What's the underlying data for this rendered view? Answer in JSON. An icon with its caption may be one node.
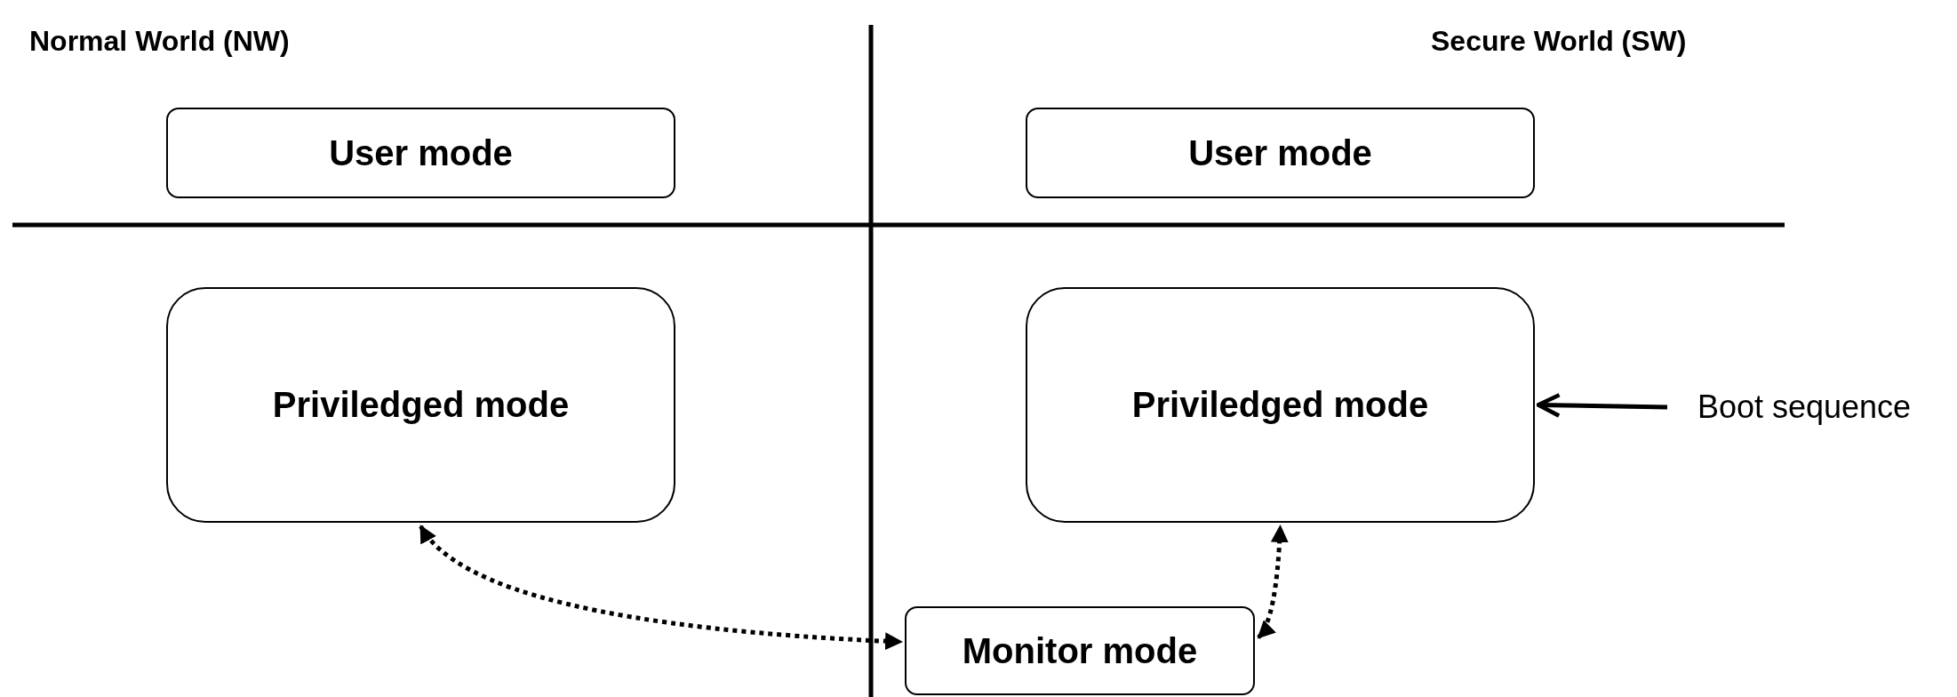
{
  "diagram": {
    "nodes": [
      {
        "text": [
          "User mode"
        ]
      },
      {
        "text": [
          "User mode"
        ]
      },
      {
        "text": [
          "Priviledged mode"
        ]
      },
      {
        "text": [
          "Priviledged mode"
        ]
      },
      {
        "text": [
          "Boot sequence"
        ]
      },
      {
        "text": [
          "Monitor mode"
        ]
      }
    ],
    "edges": [
      {
        "from": 2,
        "to": 5,
        "arrow": "both",
        "style": "dashed"
      },
      {
        "from": 5,
        "to": 3,
        "arrow": "both",
        "style": "dashed"
      },
      {
        "from": 4,
        "to": 3,
        "arrow": "to"
      }
    ],
    "labels": [
      "Normal World (NW)",
      "Secure World (SW)"
    ]
  }
}
